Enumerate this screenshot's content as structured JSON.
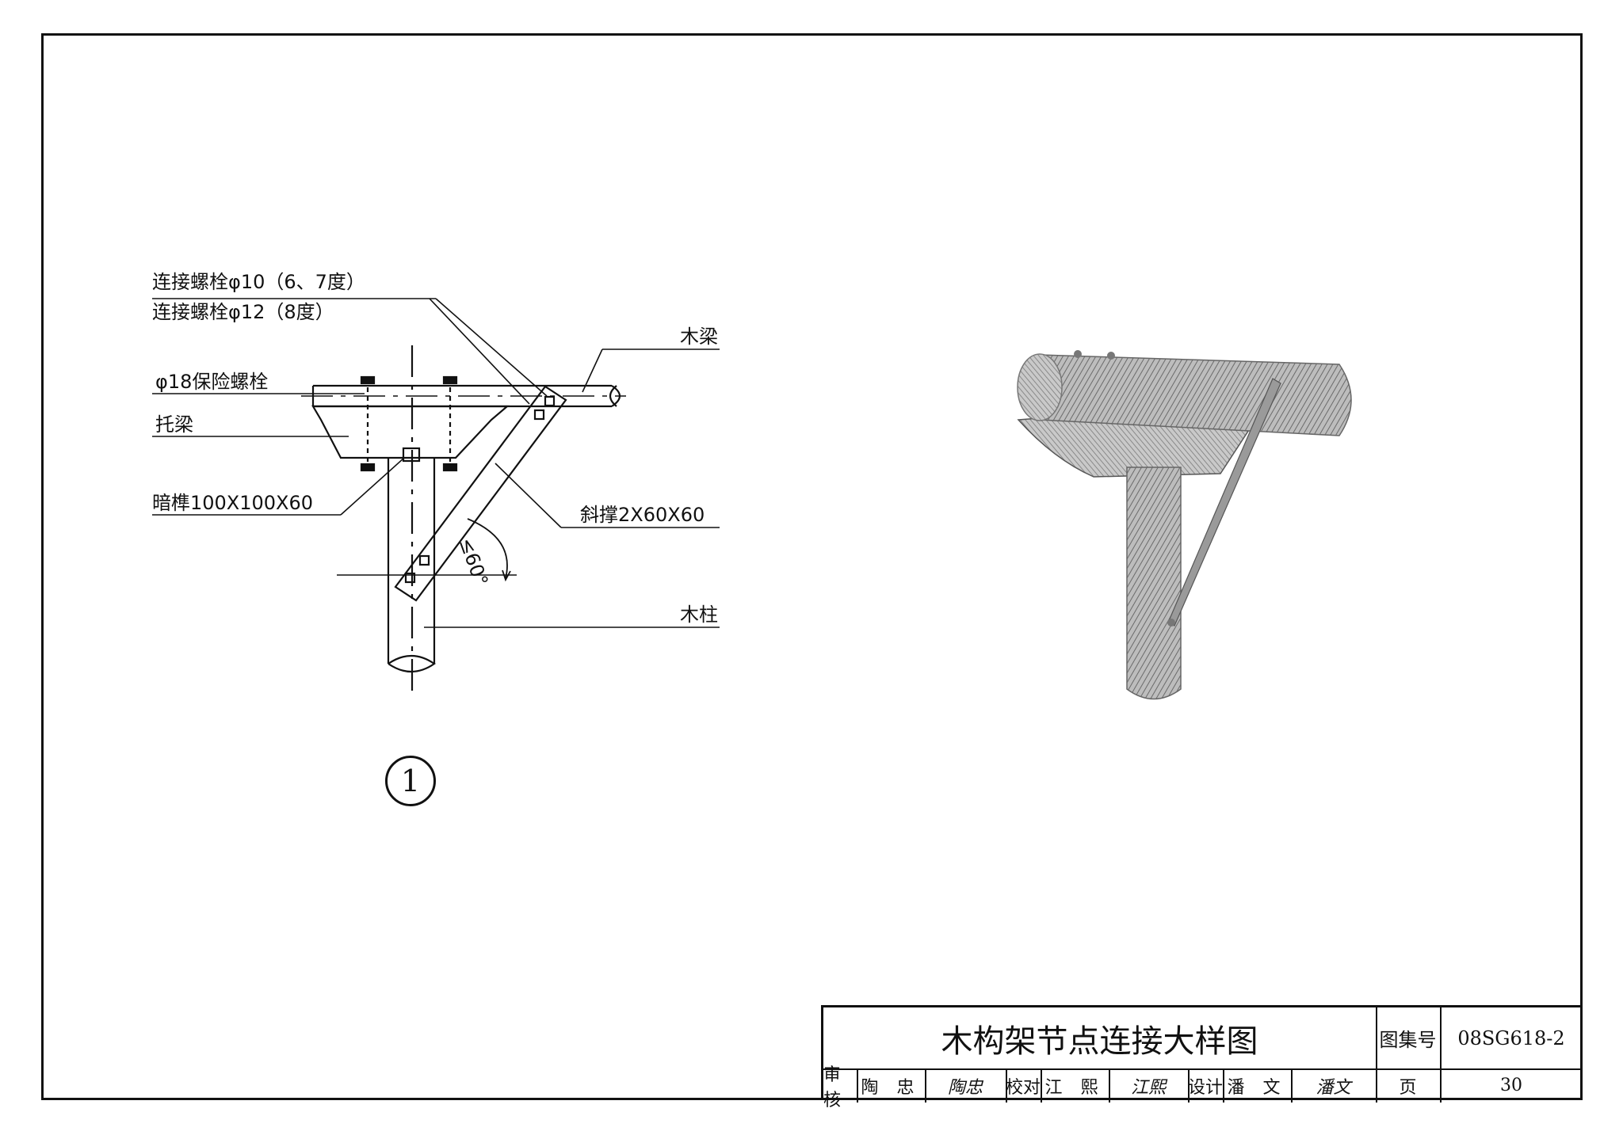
{
  "callouts": {
    "bolt_conn_1": "连接螺栓φ10（6、7度）",
    "bolt_conn_2": "连接螺栓φ12（8度）",
    "safety_bolt": "φ18保险螺栓",
    "bracket_beam": "托梁",
    "tenon": "暗榫100X100X60",
    "wood_beam": "木梁",
    "brace": "斜撑2X60X60",
    "wood_column": "木柱",
    "angle": "≤60°"
  },
  "detail_number": "1",
  "title_block": {
    "title": "木构架节点连接大样图",
    "atlas_label": "图集号",
    "atlas_no": "08SG618-2",
    "page_label": "页",
    "page_no": "30",
    "review_label": "审核",
    "reviewer": "陶 忠",
    "review_sign": "陶忠",
    "check_label": "校对",
    "checker": "江 熙",
    "check_sign": "江熙",
    "design_label": "设计",
    "designer": "潘 文",
    "design_sign": "潘文"
  }
}
